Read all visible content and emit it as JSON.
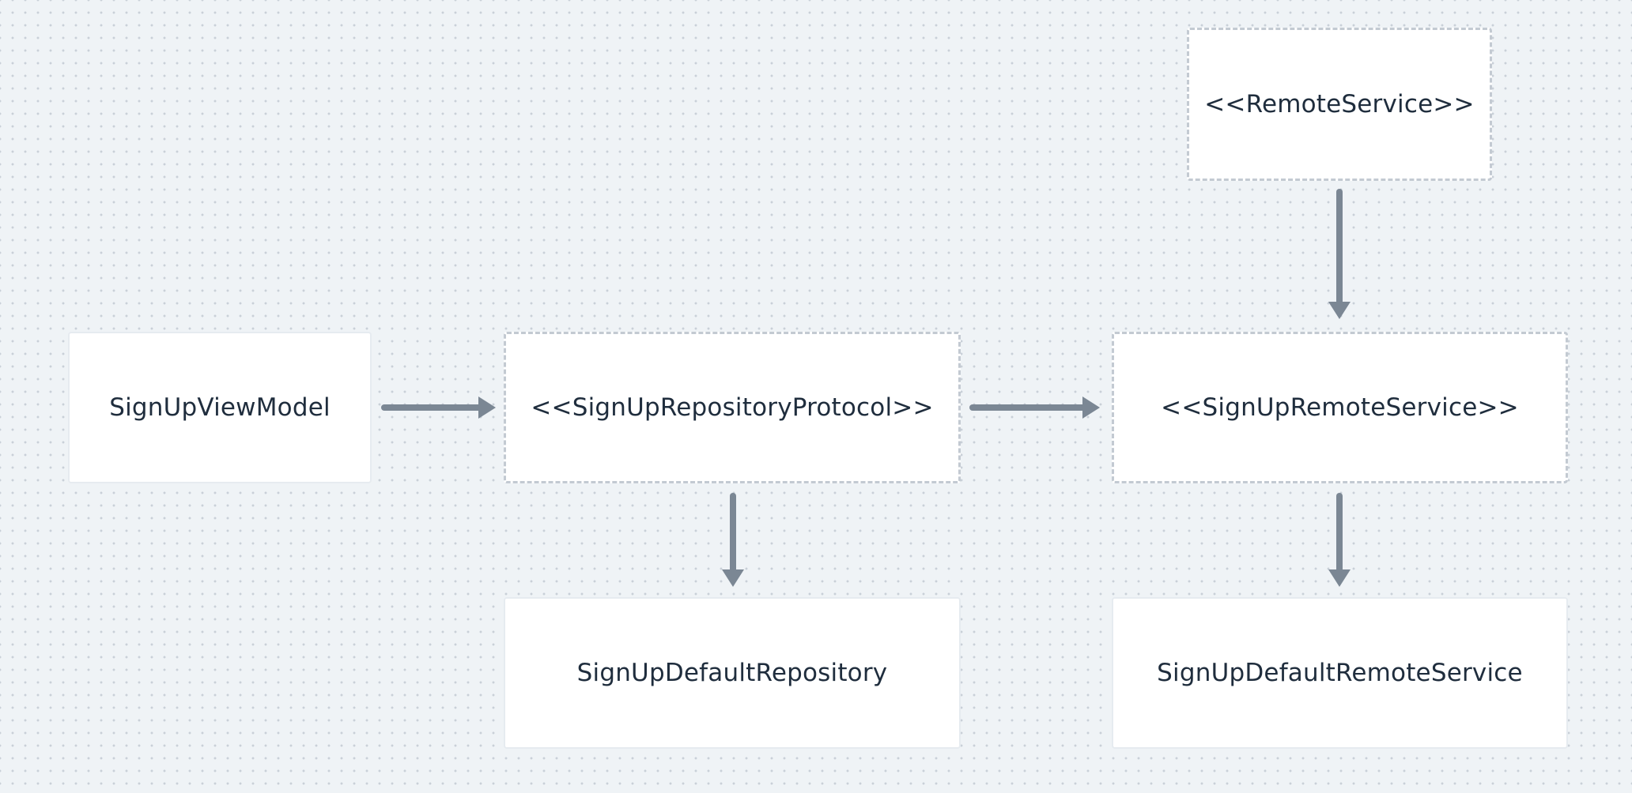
{
  "diagram": {
    "nodes": {
      "viewmodel": {
        "label": "SignUpViewModel",
        "kind": "class"
      },
      "repo_protocol": {
        "label": "<<SignUpRepositoryProtocol>>",
        "kind": "protocol"
      },
      "remote_service_protocol": {
        "label": "<<SignUpRemoteService>>",
        "kind": "protocol"
      },
      "remote_service_base": {
        "label": "<<RemoteService>>",
        "kind": "protocol"
      },
      "default_repo": {
        "label": "SignUpDefaultRepository",
        "kind": "class"
      },
      "default_remote_service": {
        "label": "SignUpDefaultRemoteService",
        "kind": "class"
      }
    },
    "edges": [
      {
        "from": "viewmodel",
        "to": "repo_protocol"
      },
      {
        "from": "repo_protocol",
        "to": "remote_service_protocol"
      },
      {
        "from": "remote_service_base",
        "to": "remote_service_protocol"
      },
      {
        "from": "repo_protocol",
        "to": "default_repo"
      },
      {
        "from": "remote_service_protocol",
        "to": "default_remote_service"
      }
    ],
    "colors": {
      "background": "#eff3f6",
      "dot_grid": "#c9d0d8",
      "node_fill": "#ffffff",
      "node_text": "#1f2d3d",
      "dashed_border": "#c3cad2",
      "arrow": "#7b8794"
    }
  }
}
